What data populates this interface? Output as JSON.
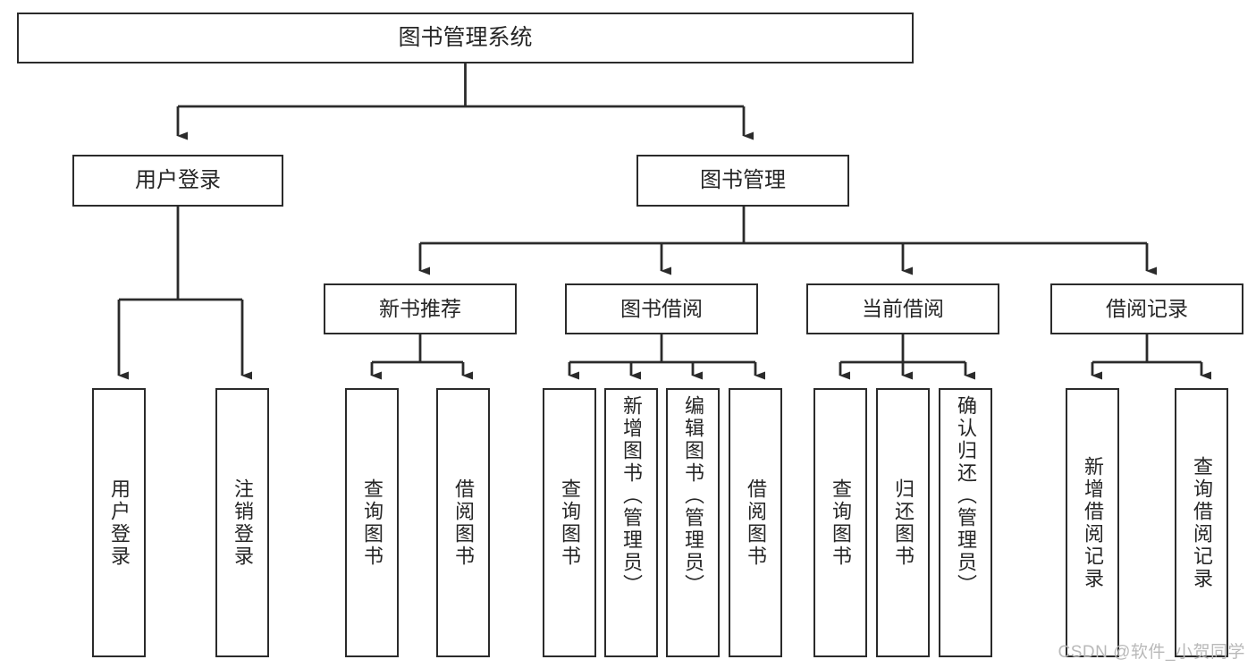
{
  "diagram": {
    "type": "tree-hierarchy",
    "title": "图书管理系统",
    "orientation": "top-down",
    "colors": {
      "background": "#ffffff",
      "box_border": "#2b2b2b",
      "box_fill": "#ffffff",
      "text": "#262626",
      "connector": "#2b2b2b",
      "watermark": "#b9b9b9"
    },
    "root": {
      "label": "图书管理系统"
    },
    "level1": [
      {
        "label": "用户登录"
      },
      {
        "label": "图书管理"
      }
    ],
    "level2": [
      {
        "label": "新书推荐"
      },
      {
        "label": "图书借阅"
      },
      {
        "label": "当前借阅"
      },
      {
        "label": "借阅记录"
      }
    ],
    "leaves": {
      "user_login": [
        {
          "label": "用户登录"
        },
        {
          "label": "注销登录"
        }
      ],
      "new_book_recommend": [
        {
          "label": "查询图书"
        },
        {
          "label": "借阅图书"
        }
      ],
      "book_borrow": [
        {
          "label": "查询图书"
        },
        {
          "label": "新增图书（管理员）"
        },
        {
          "label": "编辑图书（管理员）"
        },
        {
          "label": "借阅图书"
        }
      ],
      "current_borrow": [
        {
          "label": "查询图书"
        },
        {
          "label": "归还图书"
        },
        {
          "label": "确认归还（管理员）"
        }
      ],
      "borrow_record": [
        {
          "label": "新增借阅记录"
        },
        {
          "label": "查询借阅记录"
        }
      ]
    }
  },
  "watermark": {
    "text": "CSDN @软件_小贺同学"
  }
}
